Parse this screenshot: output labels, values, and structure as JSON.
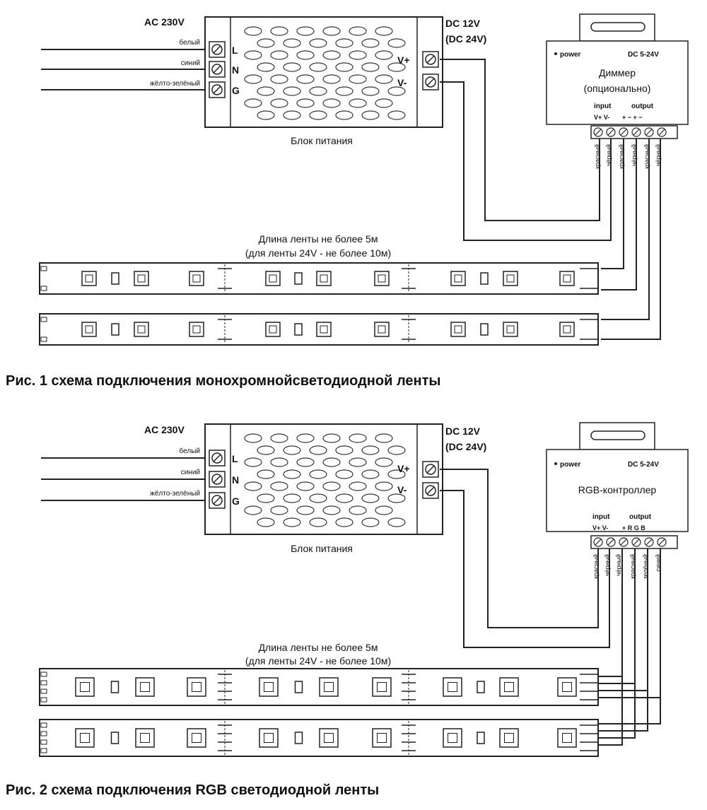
{
  "figure1": {
    "caption": "Рис. 1 схема подключения монохромнойсветодиодной ленты",
    "ac_label": "AC 230V",
    "dc_label": "DC 12V",
    "dc_label2": "(DC 24V)",
    "psu_label": "Блок питания",
    "input_wires": [
      "белый",
      "синий",
      "жёлто-зелёный"
    ],
    "input_terminals": [
      "L",
      "N",
      "G"
    ],
    "output_terminals": [
      "V+",
      "V-"
    ],
    "device": {
      "power": "power",
      "range": "DC 5-24V",
      "name_line1": "Диммер",
      "name_line2": "(опционально)",
      "input": "input",
      "output": "output",
      "input_pins": "V+ V-",
      "output_pins": "+ − + −"
    },
    "wire_colors": [
      "красный",
      "чёрный",
      "красный",
      "чёрный",
      "красный",
      "чёрный"
    ],
    "strip_note_line1": "Длина ленты не более 5м",
    "strip_note_line2": "(для ленты 24V - не более 10м)"
  },
  "figure2": {
    "caption": "Рис. 2 схема подключения RGB светодиодной ленты",
    "ac_label": "AC 230V",
    "dc_label": "DC 12V",
    "dc_label2": "(DC 24V)",
    "psu_label": "Блок питания",
    "input_wires": [
      "белый",
      "синий",
      "жёлто-зелёный"
    ],
    "input_terminals": [
      "L",
      "N",
      "G"
    ],
    "output_terminals": [
      "V+",
      "V-"
    ],
    "device": {
      "power": "power",
      "range": "DC 5-24V",
      "name_line1": "RGB-контроллер",
      "input": "input",
      "output": "output",
      "input_pins": "V+ V-",
      "output_pins": "+ R G B"
    },
    "wire_colors": [
      "красный",
      "чёрный",
      "чёрный",
      "красный",
      "зелёный",
      "синий"
    ],
    "strip_note_line1": "Длина ленты не более 5м",
    "strip_note_line2": "(для ленты 24V - не более 10м)"
  }
}
